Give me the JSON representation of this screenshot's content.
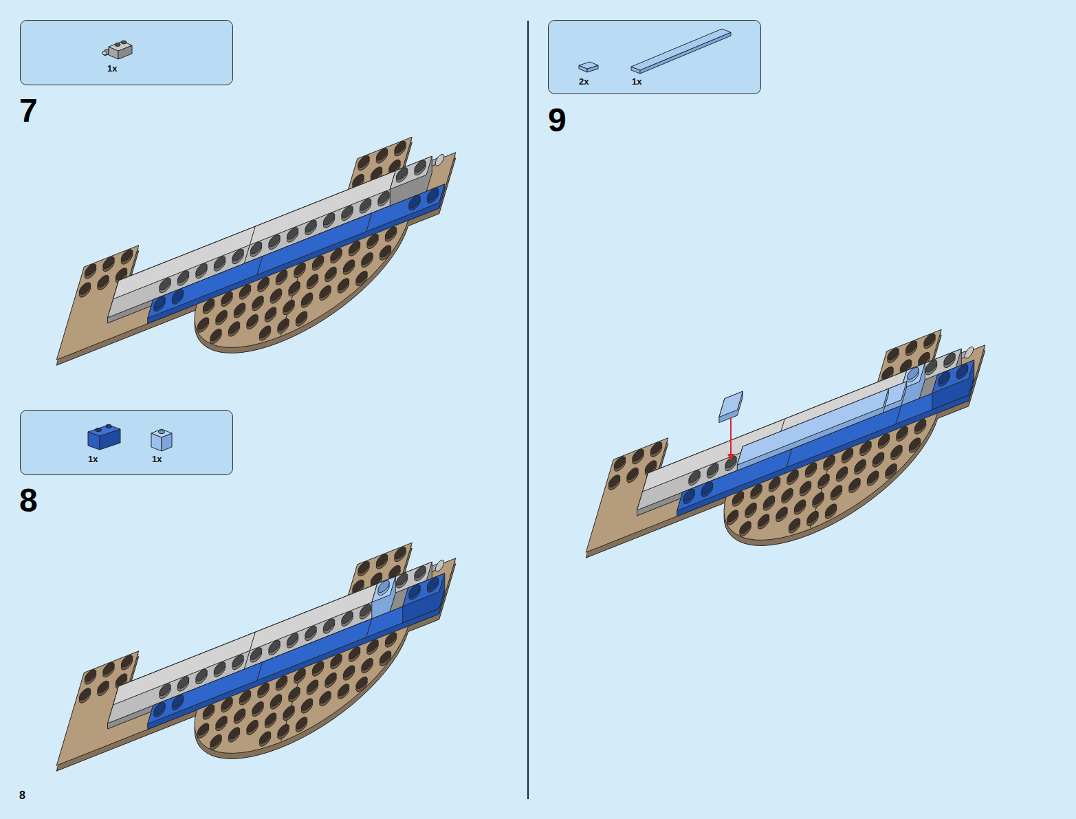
{
  "diagram": {
    "nodes": [
      {
        "text": [
          "1x"
        ]
      },
      {
        "text": [
          "1x",
          "1x"
        ]
      },
      {
        "text": [
          "2x",
          "1x"
        ]
      }
    ],
    "labels": [
      "7",
      "8",
      "9",
      "8"
    ]
  }
}
